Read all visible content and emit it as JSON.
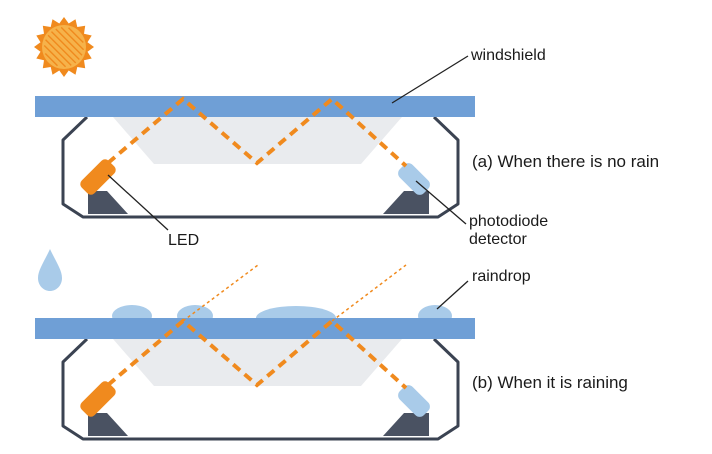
{
  "labels": {
    "windshield": "windshield",
    "led": "LED",
    "photodiode_line1": "photodiode",
    "photodiode_line2": "detector",
    "raindrop": "raindrop",
    "caption_no_rain": "(a) When there is no rain",
    "caption_raining": "(b) When it is raining"
  },
  "colors": {
    "glass": "#6f9fd6",
    "housing": "#3b4352",
    "light_path": "#f08a1e",
    "water": "#a9cbe9",
    "prism": "#e9ebee",
    "sun": "#f08a1e",
    "sun_inner": "#f6b24a",
    "base": "#4a5262"
  },
  "icons": {
    "sun": "sun-icon",
    "raindrop": "raindrop-icon"
  }
}
